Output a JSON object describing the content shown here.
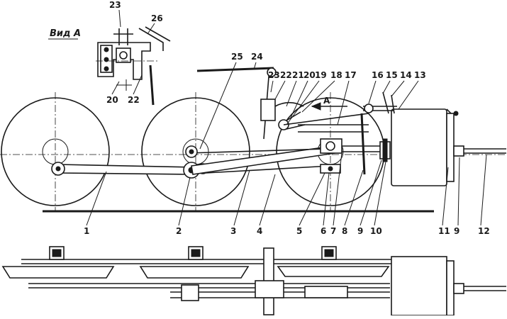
{
  "view_a": {
    "title": "Вид А",
    "labels": [
      "23",
      "26",
      "20",
      "22"
    ]
  },
  "flow_marker": "А",
  "callouts_top": [
    "25",
    "24",
    "23",
    "22",
    "21",
    "20",
    "19",
    "18",
    "17",
    "16",
    "15",
    "14",
    "13"
  ],
  "callouts_bottom": [
    "1",
    "2",
    "3",
    "4",
    "5",
    "6",
    "7",
    "8",
    "9",
    "10",
    "11",
    "9",
    "12"
  ],
  "colors": {
    "ink": "#1a1a1a",
    "paper": "#ffffff"
  }
}
